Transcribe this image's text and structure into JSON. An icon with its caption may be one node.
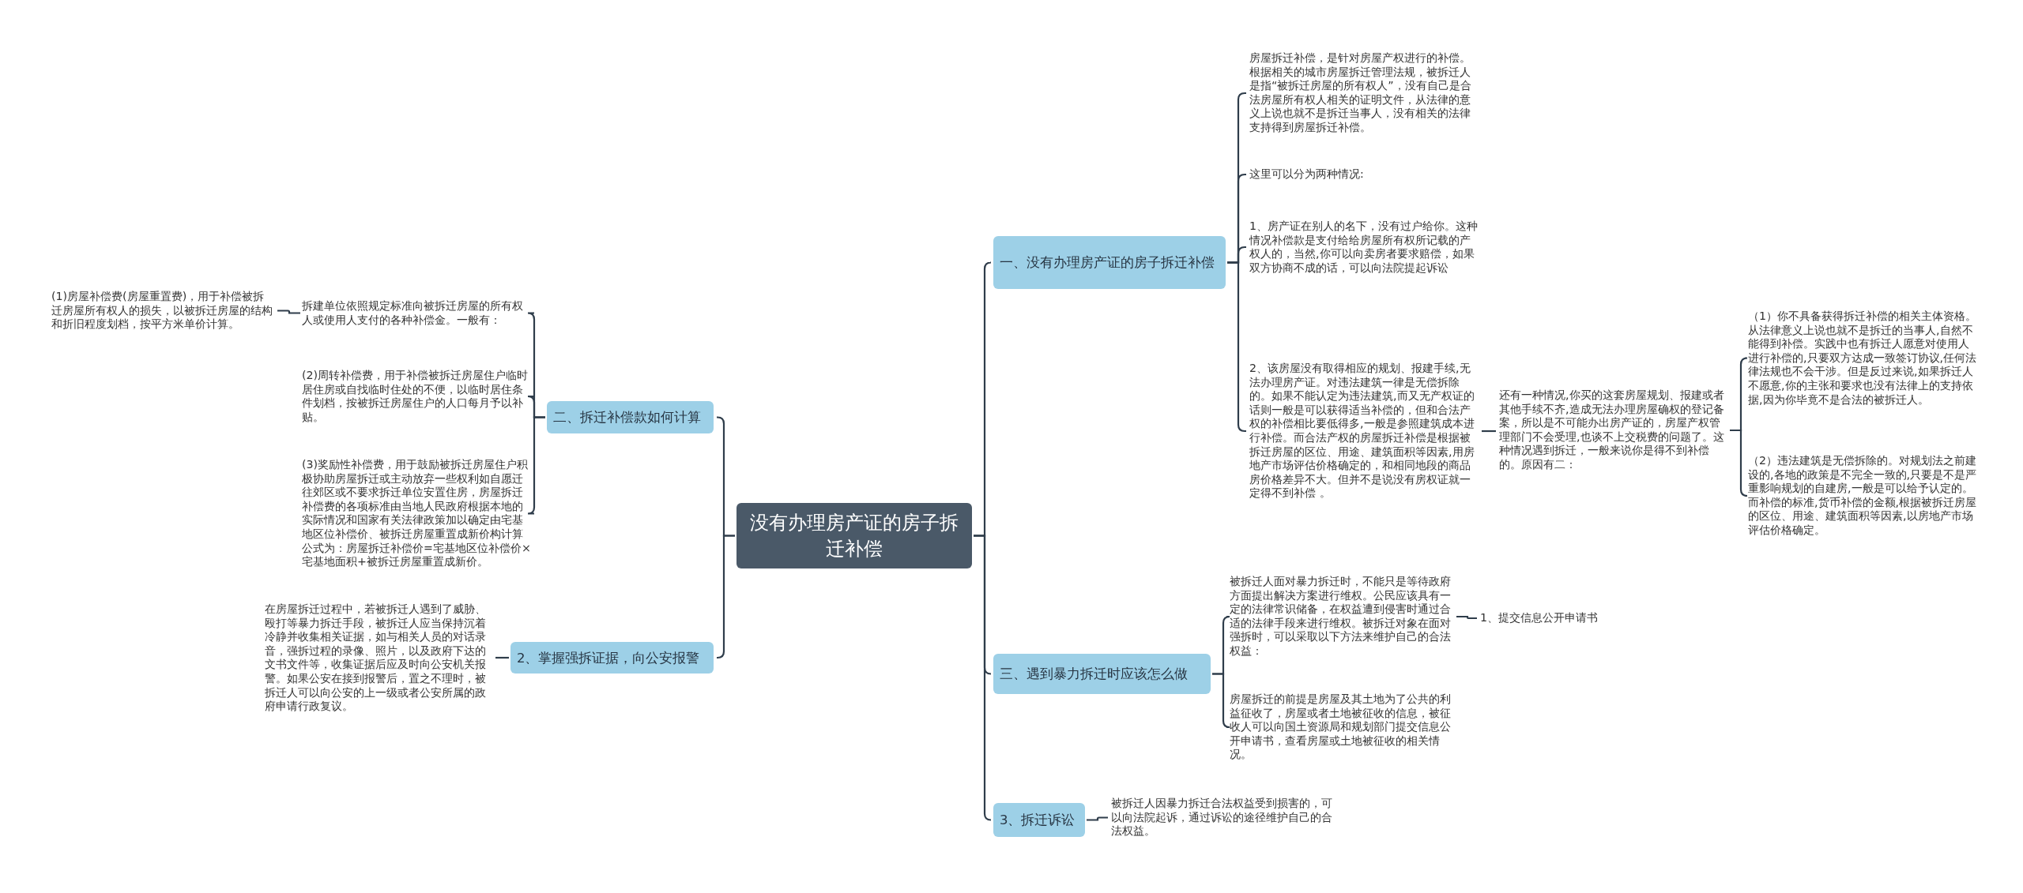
{
  "diagram": {
    "nodes": [
      {
        "text": [
          "没有办理房产证的房子拆迁补偿"
        ]
      },
      {
        "text": [
          "一、没有办理房产证的房子拆迁补偿"
        ]
      },
      {
        "text": [
          "房屋拆迁补偿，是针对房屋产权进行的补偿。根据相关的城市房屋拆迁管理法规，被拆迁人是指“被拆迁房屋的所有权人”，没有自己是合法房屋所有权人相关的证明文件，从法律的意义上说也就不是拆迁当事人，没有相关的法律支持得到房屋拆迁补偿。"
        ]
      },
      {
        "text": [
          "这里可以分为两种情况:"
        ]
      },
      {
        "text": [
          "1、房产证在别人的名下，没有过户给你。这种情况补偿款是支付给给房屋所有权所记载的产权人的，当然,你可以向卖房者要求赔偿，如果双方协商不成的话，可以向法院提起诉讼"
        ]
      },
      {
        "text": [
          "2、该房屋没有取得相应的规划、报建手续,无法办理房产证。对违法建筑一律是无偿拆除的。如果不能认定为违法建筑,而又无产权证的话则一般是可以获得适当补偿的，但和合法产权的补偿相比要低得多,一般是参照建筑成本进行补偿。而合法产权的房屋拆迁补偿是根据被拆迁房屋的区位、用途、建筑面积等因素,用房地产市场评估价格确定的，和相同地段的商品房价格差异不大。但并不是说没有房权证就一定得不到补偿 。"
        ]
      },
      {
        "text": [
          "还有一种情况,你买的这套房屋规划、报建或者其他手续不齐,造成无法办理房屋确权的登记备案，所以是不可能办出房产证的，房屋产权管理部门不会受理,也谈不上交税费的问题了。这种情况遇到拆迁，一般来说你是得不到补偿的。原因有二："
        ]
      },
      {
        "text": [
          "（1）你不具备获得拆迁补偿的相关主体资格。从法律意义上说也就不是拆迁的当事人,自然不能得到补偿。实践中也有拆迁人愿意对使用人进行补偿的,只要双方达成一致签订协议,任何法律法规也不会干涉。但是反过来说,如果拆迁人不愿意,你的主张和要求也没有法律上的支持依据,因为你毕竟不是合法的被拆迁人。"
        ]
      },
      {
        "text": [
          "（2）违法建筑是无偿拆除的。对规划法之前建设的,各地的政策是不完全一致的,只要是不是严重影响规划的自建房,一般是可以给予认定的。而补偿的标准,货币补偿的金额,根据被拆迁房屋的区位、用途、建筑面积等因素,以房地产市场评估价格确定。"
        ]
      },
      {
        "text": [
          "三、遇到暴力拆迁时应该怎么做"
        ]
      },
      {
        "text": [
          "被拆迁人面对暴力拆迁时，不能只是等待政府方面提出解决方案进行维权。公民应该具有一定的法律常识储备，在权益遭到侵害时通过合适的法律手段来进行维权。被拆迁对象在面对强拆时，可以采取以下方法来维护自己的合法权益："
        ]
      },
      {
        "text": [
          "1、提交信息公开申请书"
        ]
      },
      {
        "text": [
          "房屋拆迁的前提是房屋及其土地为了公共的利益征收了，房屋或者土地被征收的信息，被征收人可以向国土资源局和规划部门提交信息公开申请书，查看房屋或土地被征收的相关情况。"
        ]
      },
      {
        "text": [
          "3、拆迁诉讼"
        ]
      },
      {
        "text": [
          "被拆迁人因暴力拆迁合法权益受到损害的，可以向法院起诉，通过诉讼的途径维护自己的合法权益。"
        ]
      },
      {
        "text": [
          "二、拆迁补偿款如何计算"
        ]
      },
      {
        "text": [
          "拆建单位依照规定标准向被拆迁房屋的所有权人或使用人支付的各种补偿金。一般有："
        ]
      },
      {
        "text": [
          "(1)房屋补偿费(房屋重置费)，用于补偿被拆迁房屋所有权人的损失，以被拆迁房屋的结构和折旧程度划档，按平方米单价计算。"
        ]
      },
      {
        "text": [
          "(2)周转补偿费，用于补偿被拆迁房屋住户临时居住房或自找临时住处的不便，以临时居住条件划档，按被拆迁房屋住户的人口每月予以补贴。"
        ]
      },
      {
        "text": [
          "(3)奖励性补偿费，用于鼓励被拆迁房屋住户积极协助房屋拆迁或主动放弃一些权利如自愿迁往郊区或不要求拆迁单位安置住房，房屋拆迁补偿费的各项标准由当地人民政府根据本地的实际情况和国家有关法律政策加以确定由宅基地区位补偿价、被拆迁房屋重置成新价构计算公式为：房屋拆迁补偿价=宅基地区位补偿价×宅基地面积+被拆迁房屋重置成新价。"
        ]
      },
      {
        "text": [
          "2、掌握强拆证据，向公安报警"
        ]
      },
      {
        "text": [
          "在房屋拆迁过程中，若被拆迁人遇到了威胁、殴打等暴力拆迁手段，被拆迁人应当保持沉着冷静并收集相关证据，如与相关人员的对话录音，强拆过程的录像、照片，以及政府下达的文书文件等，收集证据后应及时向公安机关报警。如果公安在接到报警后，置之不理时，被拆迁人可以向公安的上一级或者公安所属的政府申请行政复议。"
        ]
      }
    ],
    "edges": [
      {
        "from": 0,
        "to": 1,
        "arrow": "none"
      },
      {
        "from": 0,
        "to": 9,
        "arrow": "none"
      },
      {
        "from": 0,
        "to": 13,
        "arrow": "none"
      },
      {
        "from": 0,
        "to": 15,
        "arrow": "none"
      },
      {
        "from": 0,
        "to": 20,
        "arrow": "none"
      },
      {
        "from": 1,
        "to": 2,
        "arrow": "none"
      },
      {
        "from": 1,
        "to": 3,
        "arrow": "none"
      },
      {
        "from": 1,
        "to": 4,
        "arrow": "none"
      },
      {
        "from": 1,
        "to": 5,
        "arrow": "none"
      },
      {
        "from": 5,
        "to": 6,
        "arrow": "none"
      },
      {
        "from": 6,
        "to": 7,
        "arrow": "none"
      },
      {
        "from": 6,
        "to": 8,
        "arrow": "none"
      },
      {
        "from": 9,
        "to": 10,
        "arrow": "none"
      },
      {
        "from": 9,
        "to": 12,
        "arrow": "none"
      },
      {
        "from": 10,
        "to": 11,
        "arrow": "none"
      },
      {
        "from": 13,
        "to": 14,
        "arrow": "none"
      },
      {
        "from": 15,
        "to": 16,
        "arrow": "none"
      },
      {
        "from": 15,
        "to": 18,
        "arrow": "none"
      },
      {
        "from": 15,
        "to": 19,
        "arrow": "none"
      },
      {
        "from": 16,
        "to": 17,
        "arrow": "none"
      },
      {
        "from": 20,
        "to": 21,
        "arrow": "none"
      }
    ]
  }
}
